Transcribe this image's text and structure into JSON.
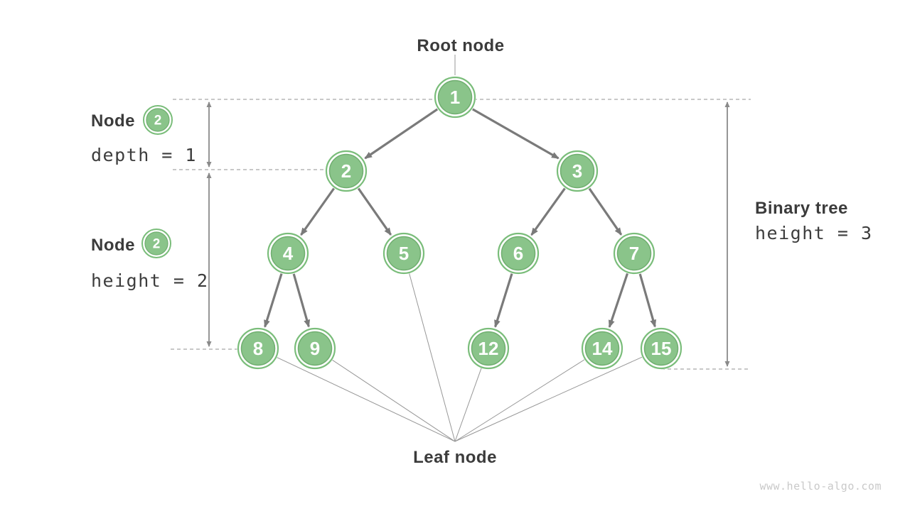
{
  "diagram": {
    "root_label": "Root node",
    "leaf_label": "Leaf node",
    "watermark": "www.hello-algo.com"
  },
  "annotations": {
    "depth": {
      "label": "Node",
      "badge": "2",
      "value": "depth = 1"
    },
    "height": {
      "label": "Node",
      "badge": "2",
      "value": "height = 2"
    },
    "tree": {
      "label": "Binary tree",
      "value": "height = 3"
    }
  },
  "tree": {
    "nodes": [
      "1",
      "2",
      "3",
      "4",
      "5",
      "6",
      "7",
      "8",
      "9",
      "12",
      "14",
      "15"
    ],
    "edges": [
      [
        "1",
        "2"
      ],
      [
        "1",
        "3"
      ],
      [
        "2",
        "4"
      ],
      [
        "2",
        "5"
      ],
      [
        "3",
        "6"
      ],
      [
        "3",
        "7"
      ],
      [
        "4",
        "8"
      ],
      [
        "4",
        "9"
      ],
      [
        "6",
        "12"
      ],
      [
        "7",
        "14"
      ],
      [
        "7",
        "15"
      ]
    ],
    "leaf_nodes": [
      "8",
      "9",
      "5",
      "12",
      "14",
      "15"
    ]
  },
  "colors": {
    "node_fill": "#8ac48a",
    "node_ring": "#7abd7a",
    "node_edge": "#6fae6f",
    "edge_gray": "#7a7a7a",
    "dashed_gray": "#a8a8a8",
    "text_dark": "#3b3b3b",
    "watermark_gray": "#c9c9c9"
  }
}
